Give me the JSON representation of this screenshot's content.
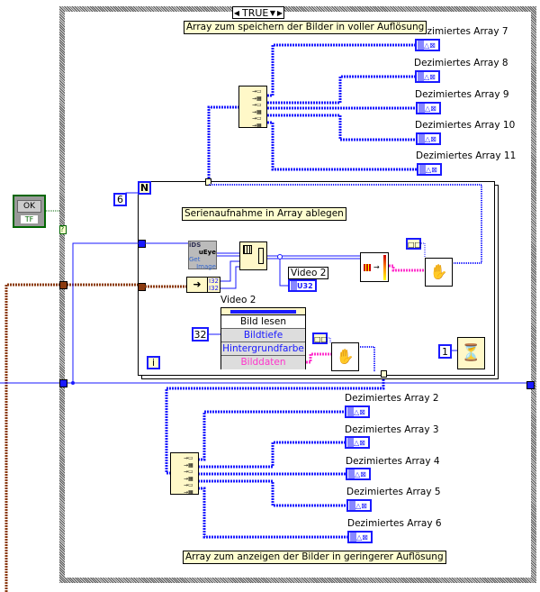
{
  "case_structure": {
    "selector_value": "TRUE"
  },
  "comments": {
    "top": "Array zum speichern der Bilder in voller Auflösung",
    "loop": "Serienaufnahme in Array ablegen",
    "bottom": "Array zum anzeigen der Bilder in geringerer Auflösung"
  },
  "ok_button": {
    "label": "OK",
    "type": "TF"
  },
  "case_selector_terminal": "?",
  "for_loop": {
    "count_terminal": "N",
    "iteration_terminal": "i",
    "count_constant": "6"
  },
  "ueye_node": {
    "line1": "iDS",
    "line2": "uEye",
    "line3": "Get",
    "line4": "Image"
  },
  "type_tags": {
    "i32_a": "I32",
    "i32_b": "I32"
  },
  "video_indicator": {
    "label": "Video 2",
    "type": "U32"
  },
  "property_node": {
    "label": "Video 2",
    "rows": [
      "Bild lesen",
      "Bildtiefe",
      "Hintergrundfarbe",
      "Bilddaten"
    ]
  },
  "constants": {
    "depth": "32",
    "wait_ms": "1"
  },
  "indicators_top": [
    "Dezimiertes Array 7",
    "Dezimiertes Array 8",
    "Dezimiertes Array 9",
    "Dezimiertes Array 10",
    "Dezimiertes Array 11"
  ],
  "indicators_bottom": [
    "Dezimiertes Array 2",
    "Dezimiertes Array 3",
    "Dezimiertes Array 4",
    "Dezimiertes Array 5",
    "Dezimiertes Array 6"
  ],
  "colors": {
    "wire_numeric": "#1a1aff",
    "wire_cluster": "#8b3a0f",
    "wire_picture": "#ff33cc",
    "comment_bg": "#ffffd0",
    "boolean": "#006600"
  }
}
